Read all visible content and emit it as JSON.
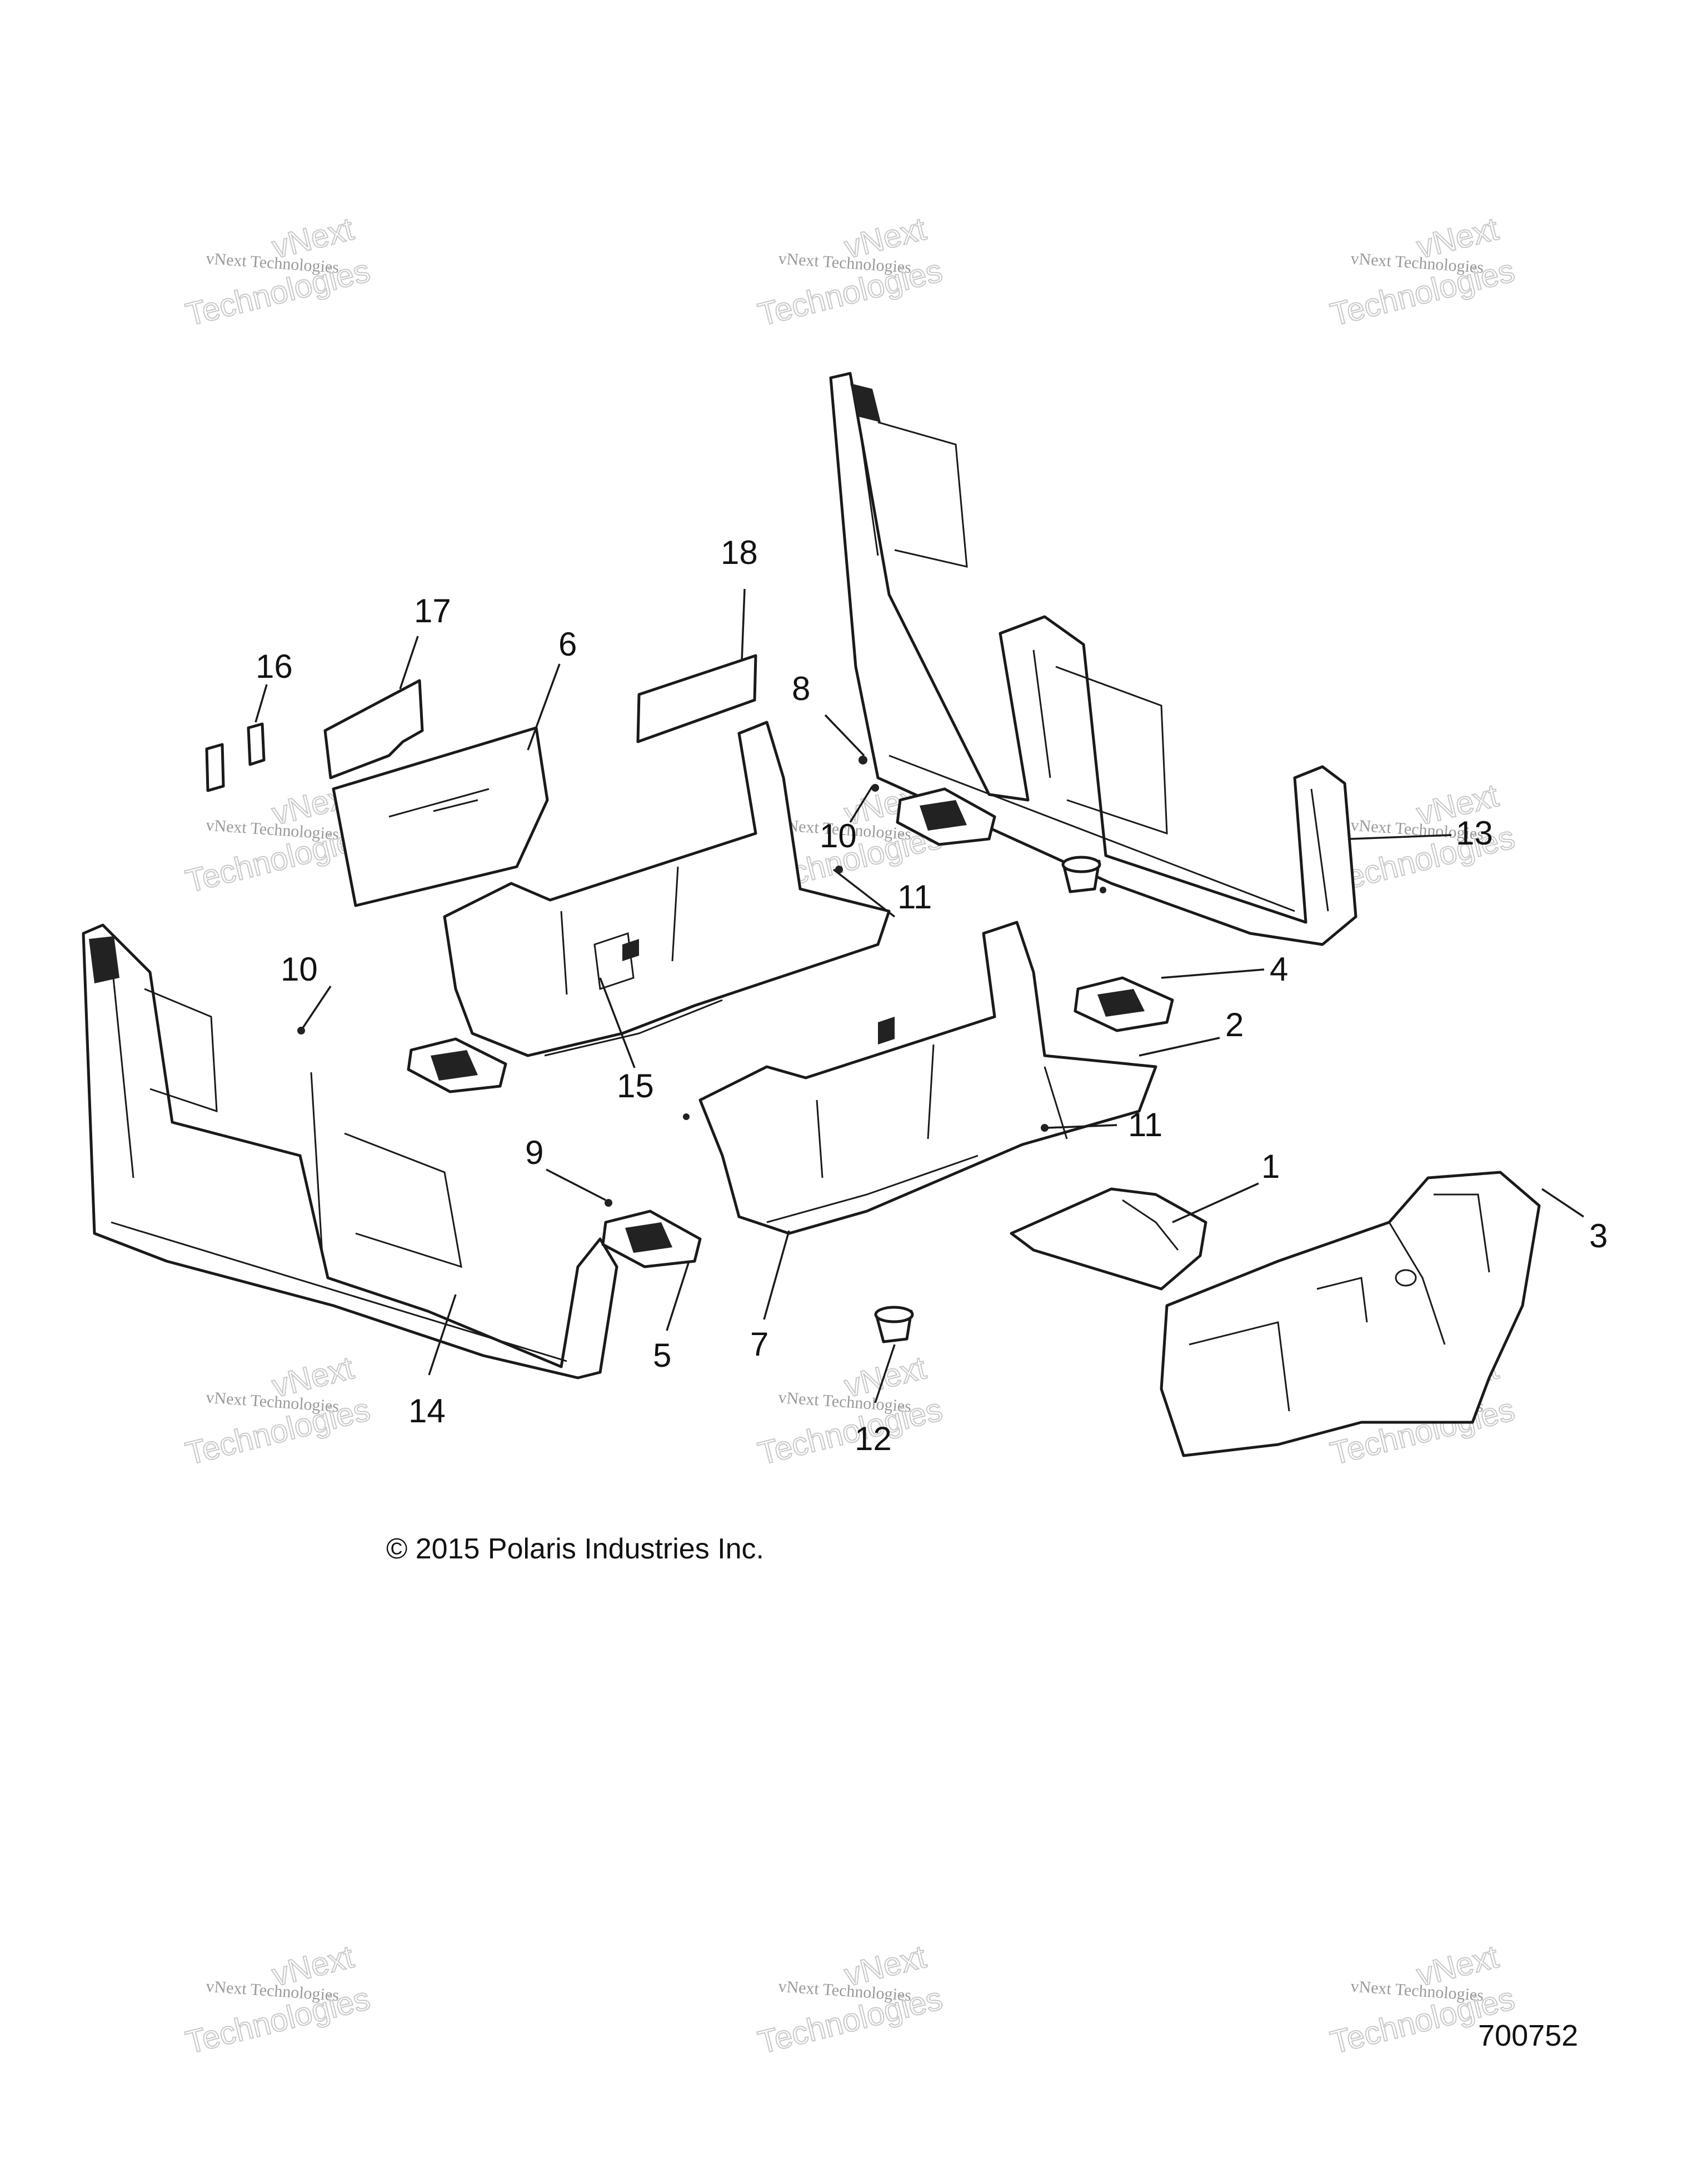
{
  "callouts": [
    {
      "label": "1"
    },
    {
      "label": "2"
    },
    {
      "label": "3"
    },
    {
      "label": "4"
    },
    {
      "label": "5"
    },
    {
      "label": "6"
    },
    {
      "label": "7"
    },
    {
      "label": "8"
    },
    {
      "label": "9"
    },
    {
      "label": "10"
    },
    {
      "label": "10"
    },
    {
      "label": "11"
    },
    {
      "label": "11"
    },
    {
      "label": "12"
    },
    {
      "label": "13"
    },
    {
      "label": "14"
    },
    {
      "label": "15"
    },
    {
      "label": "16"
    },
    {
      "label": "17"
    },
    {
      "label": "18"
    }
  ],
  "watermark": {
    "company": "vNext Technologies",
    "word_top": "vNext",
    "word_bottom": "Technologies"
  },
  "copyright": "© 2015 Polaris Industries Inc.",
  "diagram_id": "700752"
}
